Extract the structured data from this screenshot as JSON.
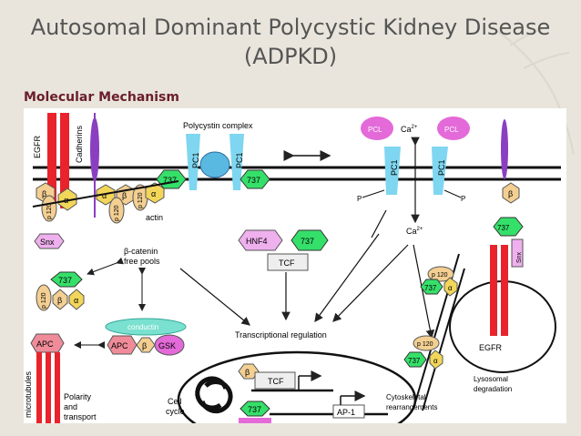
{
  "slide": {
    "title_line1": "Autosomal Dominant Polycystic Kidney Disease",
    "title_line2": "(ADPKD)",
    "subtitle": "Molecular Mechanism"
  },
  "diagram": {
    "labels": {
      "egfr_top": "EGFR",
      "cadherins": "Cadherins",
      "polycystin_complex": "Polycystin complex",
      "pc1": "PC1",
      "pcl": "PCL",
      "ca_top": "Ca",
      "ca_sup": "2+",
      "ca_mid": "Ca",
      "ca_mid_sup": "2+",
      "p": "P",
      "beta": "β",
      "alpha": "α",
      "p120": "p 120",
      "n737": "737",
      "actin": "actin",
      "snx": "Snx",
      "hnf4": "HNF4",
      "tcf": "TCF",
      "bcatenin": "β-catenin",
      "free_pools": "free pools",
      "conductin": "conductin",
      "apc": "APC",
      "gsk": "GSK",
      "transcriptional_regulation": "Transcriptional regulation",
      "microtubules": "microtubules",
      "polarity": "Polarity",
      "and": "and",
      "transport": "transport",
      "cell": "Cell",
      "cycle": "cycle",
      "ap1": "AP-1",
      "egfr_right": "EGFR",
      "lysosomal": "Lysosomal",
      "degradation": "degradation",
      "cytoskeletal": "Cytoskeletal",
      "rearrangements": "rearrangements"
    },
    "colors": {
      "egfr_red": "#e8232c",
      "cadherin_purple": "#8a3fc0",
      "pc1_cyan": "#7fd6f0",
      "pcl_magenta": "#e36ad8",
      "beta_tan": "#f3cf92",
      "alpha_yellow": "#f2d65a",
      "green_737": "#35e06a",
      "snx_pink": "#efb0ee",
      "apc_pink": "#f08c9a",
      "conductin_teal": "#7ae0cf"
    }
  }
}
